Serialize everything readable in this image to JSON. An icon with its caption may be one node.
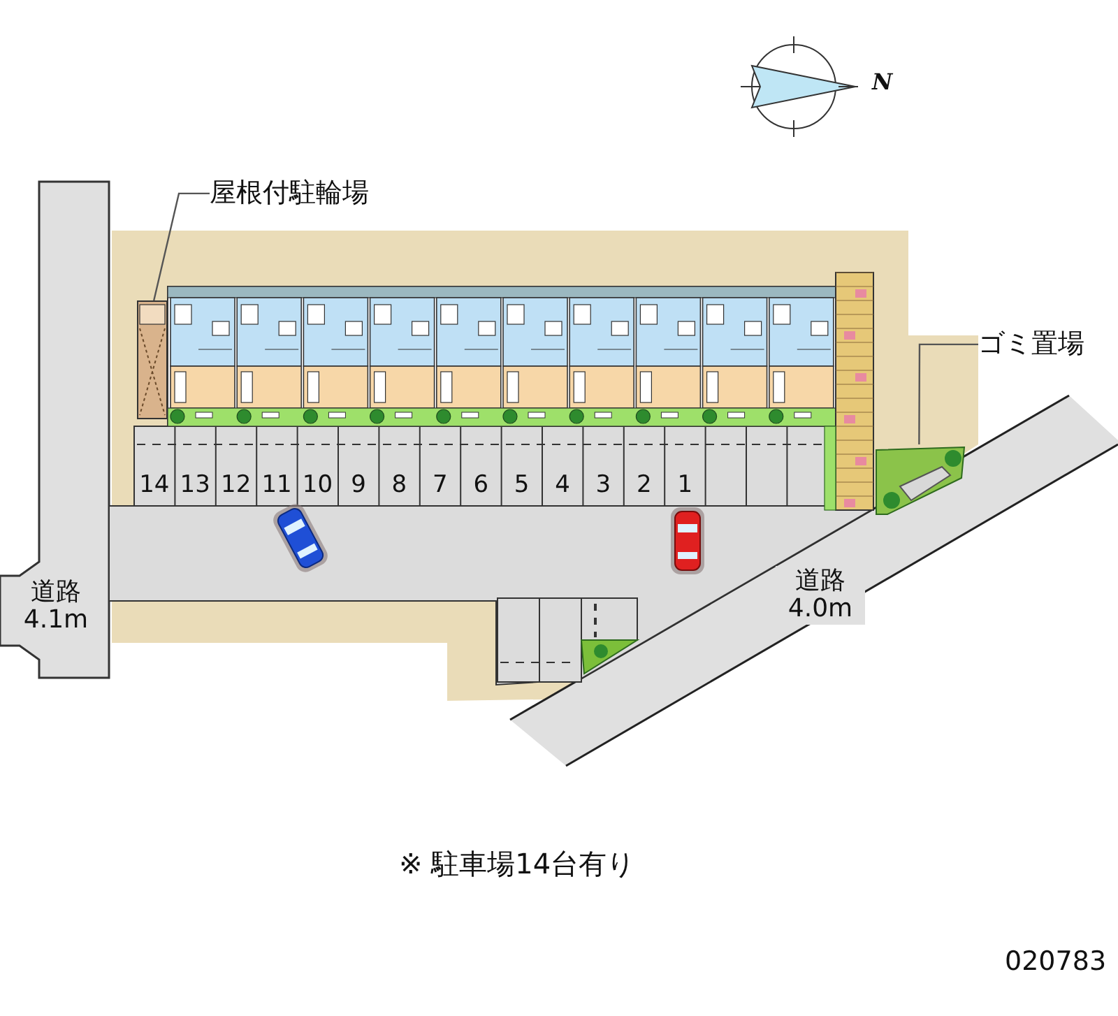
{
  "diagram": {
    "nodes": [
      {
        "text": [
          "屋根付駐輪場"
        ]
      },
      {
        "text": [],
        "shape": "box"
      },
      {
        "text": [
          "ゴミ置場"
        ]
      },
      {
        "text": [],
        "shape": "box"
      }
    ],
    "edges": [
      {
        "from": 0,
        "to": 1,
        "arrow": "none"
      },
      {
        "from": 2,
        "to": 3,
        "arrow": "none"
      }
    ],
    "labels": [
      "N",
      "14",
      "13",
      "12",
      "11",
      "10",
      "9",
      "8",
      "7",
      "6",
      "5",
      "4",
      "3",
      "2",
      "1",
      "道路 4.1m",
      "道路 4.0m",
      "※ 駐車場14台有り",
      "020783"
    ]
  }
}
